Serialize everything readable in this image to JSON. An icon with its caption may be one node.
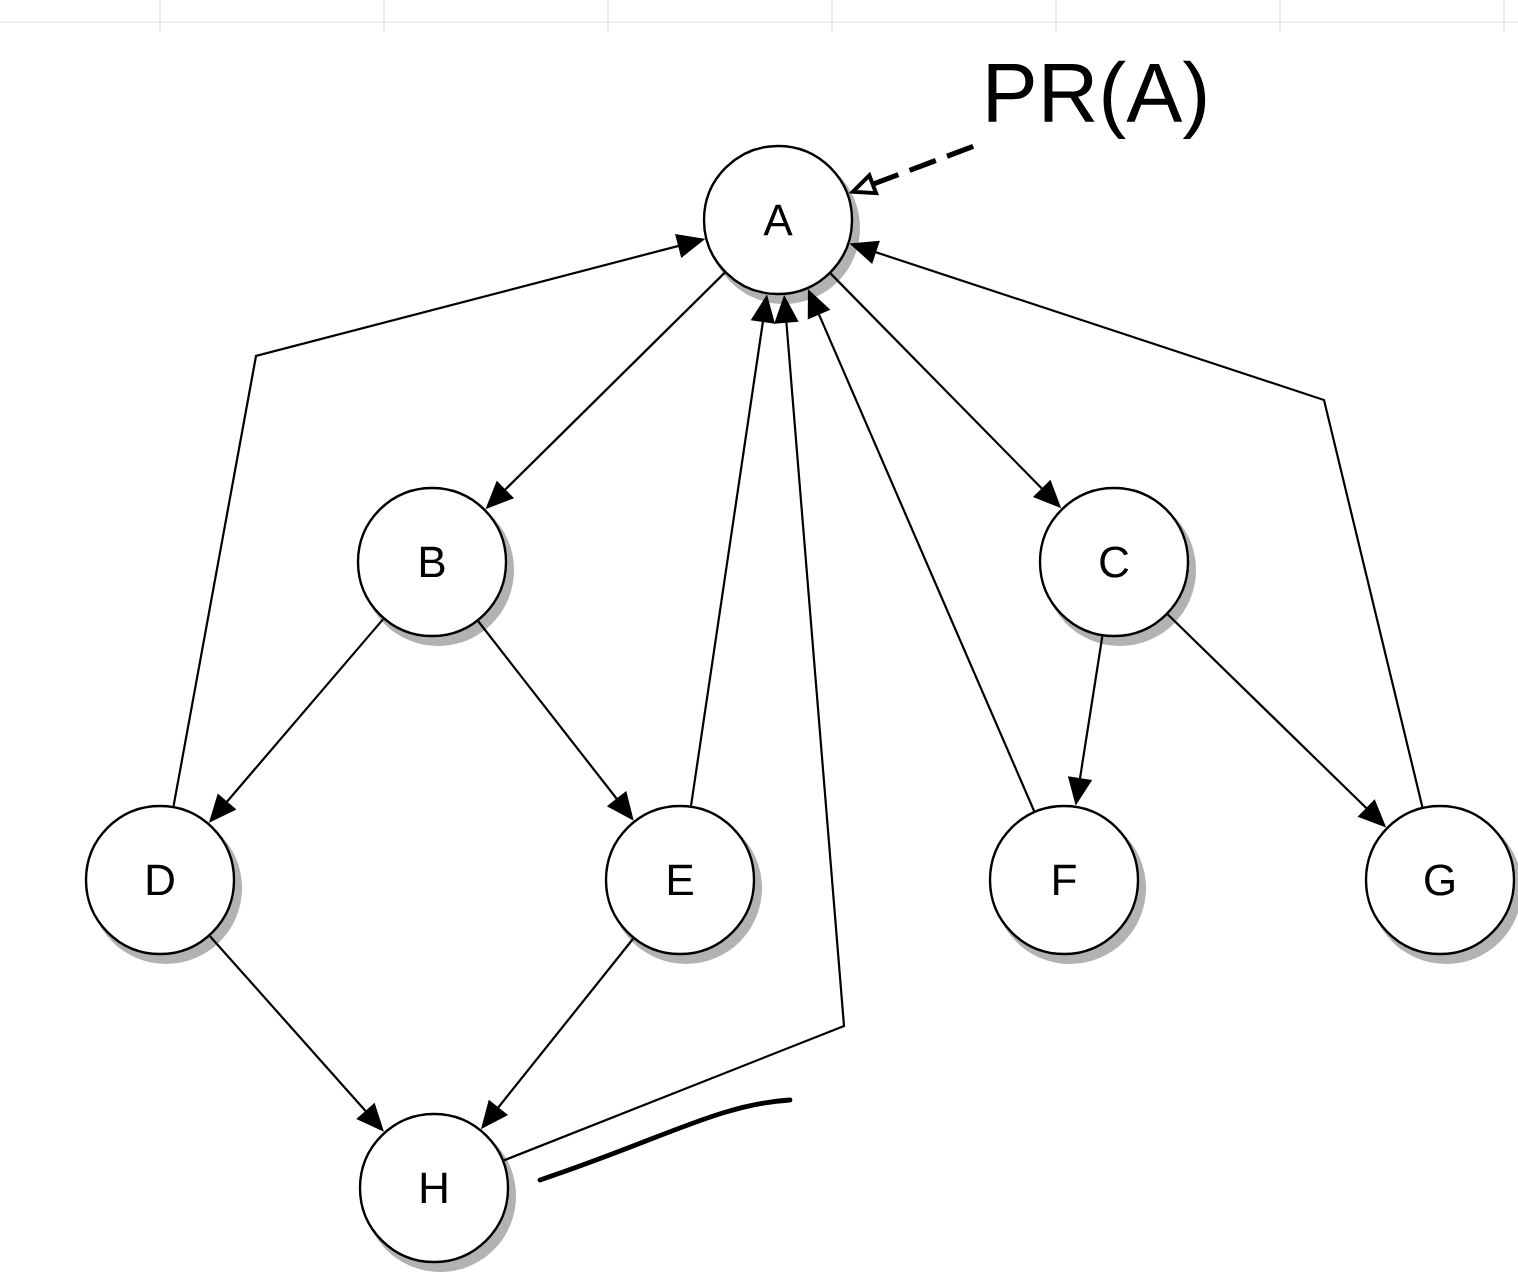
{
  "diagram": {
    "nodes": [
      {
        "text": [
          "A"
        ]
      },
      {
        "text": [
          "B"
        ]
      },
      {
        "text": [
          "C"
        ]
      },
      {
        "text": [
          "D"
        ]
      },
      {
        "text": [
          "E"
        ]
      },
      {
        "text": [
          "F"
        ]
      },
      {
        "text": [
          "G"
        ]
      },
      {
        "text": [
          "H"
        ]
      },
      {
        "text": [
          "PR(A)"
        ]
      }
    ],
    "edges": [
      {
        "from": 0,
        "to": 1,
        "arrow": "to"
      },
      {
        "from": 0,
        "to": 2,
        "arrow": "to"
      },
      {
        "from": 1,
        "to": 3,
        "arrow": "to"
      },
      {
        "from": 1,
        "to": 4,
        "arrow": "to"
      },
      {
        "from": 2,
        "to": 5,
        "arrow": "to"
      },
      {
        "from": 2,
        "to": 6,
        "arrow": "to"
      },
      {
        "from": 3,
        "to": 7,
        "arrow": "to"
      },
      {
        "from": 4,
        "to": 7,
        "arrow": "to"
      },
      {
        "from": 3,
        "to": 0,
        "arrow": "to"
      },
      {
        "from": 4,
        "to": 0,
        "arrow": "to"
      },
      {
        "from": 7,
        "to": 0,
        "arrow": "to"
      },
      {
        "from": 5,
        "to": 0,
        "arrow": "to"
      },
      {
        "from": 6,
        "to": 0,
        "arrow": "to"
      },
      {
        "from": 8,
        "to": 0,
        "arrow": "to",
        "style": "dashed"
      }
    ]
  }
}
